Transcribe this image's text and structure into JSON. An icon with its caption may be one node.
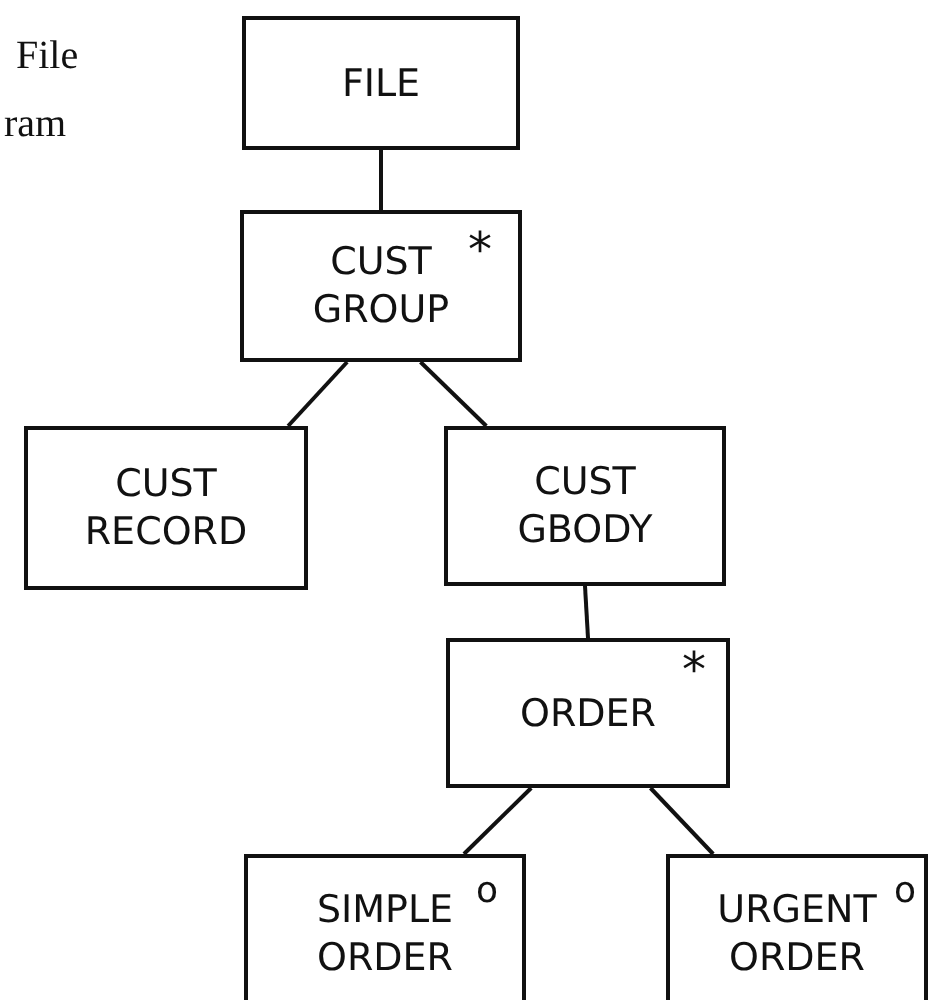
{
  "diagram": {
    "nodes": [
      {
        "text": [
          "FILE"
        ]
      },
      {
        "text": [
          "CUST GROUP",
          "*"
        ]
      },
      {
        "text": [
          "CUST RECORD"
        ]
      },
      {
        "text": [
          "CUST GBODY"
        ]
      },
      {
        "text": [
          "ORDER",
          "*"
        ]
      },
      {
        "text": [
          "SIMPLE ORDER",
          "o"
        ]
      },
      {
        "text": [
          "URGENT ORDER",
          "o"
        ]
      }
    ],
    "edges": [
      {
        "from": 0,
        "to": 1,
        "arrow": "none"
      },
      {
        "from": 1,
        "to": 2,
        "arrow": "none"
      },
      {
        "from": 1,
        "to": 3,
        "arrow": "none"
      },
      {
        "from": 3,
        "to": 4,
        "arrow": "none"
      },
      {
        "from": 4,
        "to": 5,
        "arrow": "none"
      },
      {
        "from": 4,
        "to": 6,
        "arrow": "none"
      }
    ],
    "labels": [
      "File",
      "ram"
    ]
  }
}
